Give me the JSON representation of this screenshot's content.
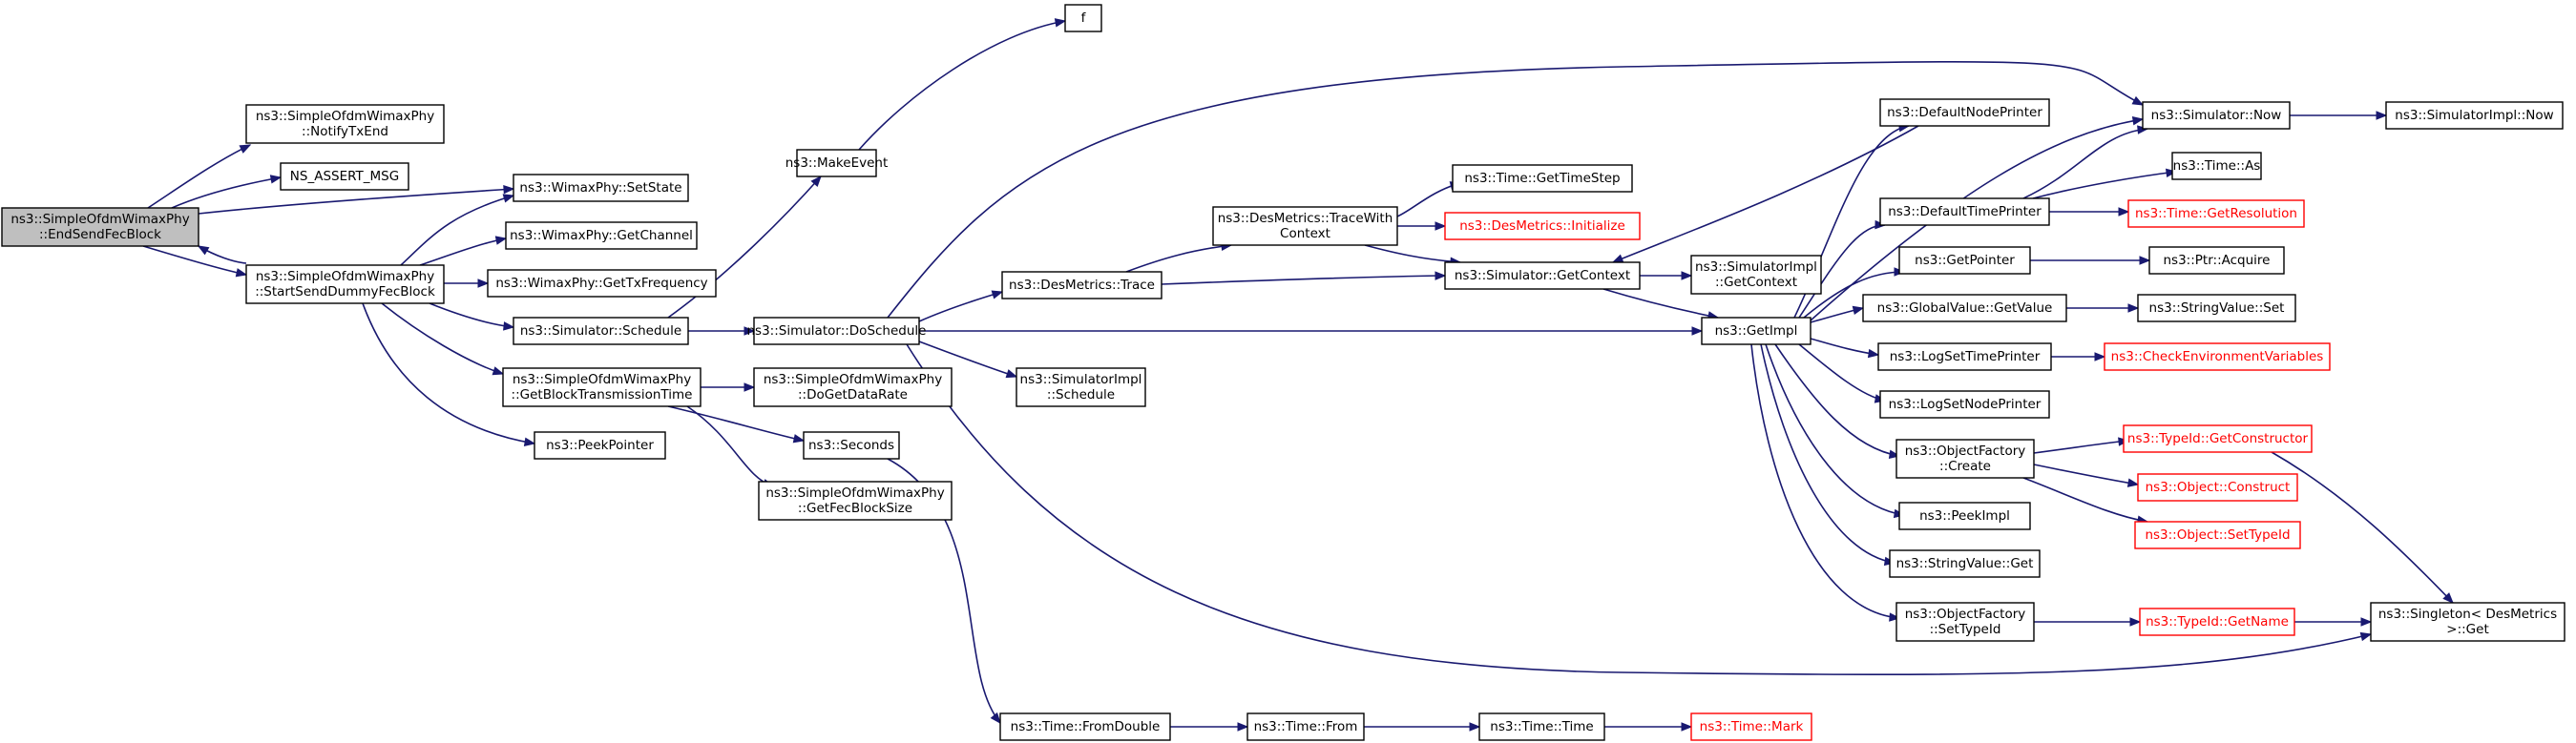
{
  "nodes": [
    {
      "id": "endsend",
      "lines": [
        "ns3::SimpleOfdmWimaxPhy",
        "::EndSendFecBlock"
      ],
      "red": false,
      "root": true
    },
    {
      "id": "notify",
      "lines": [
        "ns3::SimpleOfdmWimaxPhy",
        "::NotifyTxEnd"
      ],
      "red": false
    },
    {
      "id": "nsassert",
      "lines": [
        "NS_ASSERT_MSG"
      ],
      "red": false
    },
    {
      "id": "startsend",
      "lines": [
        "ns3::SimpleOfdmWimaxPhy",
        "::StartSendDummyFecBlock"
      ],
      "red": false
    },
    {
      "id": "setstate",
      "lines": [
        "ns3::WimaxPhy::SetState"
      ],
      "red": false
    },
    {
      "id": "getchannel",
      "lines": [
        "ns3::WimaxPhy::GetChannel"
      ],
      "red": false
    },
    {
      "id": "gettxfreq",
      "lines": [
        "ns3::WimaxPhy::GetTxFrequency"
      ],
      "red": false
    },
    {
      "id": "schedule",
      "lines": [
        "ns3::Simulator::Schedule"
      ],
      "red": false
    },
    {
      "id": "getblocktx",
      "lines": [
        "ns3::SimpleOfdmWimaxPhy",
        "::GetBlockTransmissionTime"
      ],
      "red": false
    },
    {
      "id": "peekpointer",
      "lines": [
        "ns3::PeekPointer"
      ],
      "red": false
    },
    {
      "id": "f",
      "lines": [
        "f"
      ],
      "red": false
    },
    {
      "id": "makeevent",
      "lines": [
        "ns3::MakeEvent"
      ],
      "red": false
    },
    {
      "id": "doschedule",
      "lines": [
        "ns3::Simulator::DoSchedule"
      ],
      "red": false
    },
    {
      "id": "dogetdatarate",
      "lines": [
        "ns3::SimpleOfdmWimaxPhy",
        "::DoGetDataRate"
      ],
      "red": false
    },
    {
      "id": "seconds",
      "lines": [
        "ns3::Seconds"
      ],
      "red": false
    },
    {
      "id": "getfecblocksize",
      "lines": [
        "ns3::SimpleOfdmWimaxPhy",
        "::GetFecBlockSize"
      ],
      "red": false
    },
    {
      "id": "fromdouble",
      "lines": [
        "ns3::Time::FromDouble"
      ],
      "red": false
    },
    {
      "id": "desmetricstrace",
      "lines": [
        "ns3::DesMetrics::Trace"
      ],
      "red": false
    },
    {
      "id": "simimplschedule",
      "lines": [
        "ns3::SimulatorImpl",
        "::Schedule"
      ],
      "red": false
    },
    {
      "id": "tracewith",
      "lines": [
        "ns3::DesMetrics::TraceWith",
        "Context"
      ],
      "red": false
    },
    {
      "id": "gettimestep",
      "lines": [
        "ns3::Time::GetTimeStep"
      ],
      "red": false
    },
    {
      "id": "dminitialize",
      "lines": [
        "ns3::DesMetrics::Initialize"
      ],
      "red": true
    },
    {
      "id": "getcontext",
      "lines": [
        "ns3::Simulator::GetContext"
      ],
      "red": false
    },
    {
      "id": "implgetcontext",
      "lines": [
        "ns3::SimulatorImpl",
        "::GetContext"
      ],
      "red": false
    },
    {
      "id": "getimpl",
      "lines": [
        "ns3::GetImpl"
      ],
      "red": false
    },
    {
      "id": "timefrom",
      "lines": [
        "ns3::Time::From"
      ],
      "red": false
    },
    {
      "id": "timetime",
      "lines": [
        "ns3::Time::Time"
      ],
      "red": false
    },
    {
      "id": "timemark",
      "lines": [
        "ns3::Time::Mark"
      ],
      "red": true
    },
    {
      "id": "defnodeprinter",
      "lines": [
        "ns3::DefaultNodePrinter"
      ],
      "red": false
    },
    {
      "id": "deftimeprinter",
      "lines": [
        "ns3::DefaultTimePrinter"
      ],
      "red": false
    },
    {
      "id": "getpointer",
      "lines": [
        "ns3::GetPointer"
      ],
      "red": false
    },
    {
      "id": "gvgetvalue",
      "lines": [
        "ns3::GlobalValue::GetValue"
      ],
      "red": false
    },
    {
      "id": "logsettime",
      "lines": [
        "ns3::LogSetTimePrinter"
      ],
      "red": false
    },
    {
      "id": "logsetnode",
      "lines": [
        "ns3::LogSetNodePrinter"
      ],
      "red": false
    },
    {
      "id": "ofcreate",
      "lines": [
        "ns3::ObjectFactory",
        "::Create"
      ],
      "red": false
    },
    {
      "id": "peekimpl",
      "lines": [
        "ns3::PeekImpl"
      ],
      "red": false
    },
    {
      "id": "svget",
      "lines": [
        "ns3::StringValue::Get"
      ],
      "red": false
    },
    {
      "id": "ofsettypeid",
      "lines": [
        "ns3::ObjectFactory",
        "::SetTypeId"
      ],
      "red": false
    },
    {
      "id": "simnow",
      "lines": [
        "ns3::Simulator::Now"
      ],
      "red": false
    },
    {
      "id": "implnow",
      "lines": [
        "ns3::SimulatorImpl::Now"
      ],
      "red": false
    },
    {
      "id": "timeas",
      "lines": [
        "ns3::Time::As"
      ],
      "red": false
    },
    {
      "id": "getresolution",
      "lines": [
        "ns3::Time::GetResolution"
      ],
      "red": true
    },
    {
      "id": "ptracquire",
      "lines": [
        "ns3::Ptr::Acquire"
      ],
      "red": false
    },
    {
      "id": "svset",
      "lines": [
        "ns3::StringValue::Set"
      ],
      "red": false
    },
    {
      "id": "checkenv",
      "lines": [
        "ns3::CheckEnvironmentVariables"
      ],
      "red": true
    },
    {
      "id": "getconstructor",
      "lines": [
        "ns3::TypeId::GetConstructor"
      ],
      "red": true
    },
    {
      "id": "objconstruct",
      "lines": [
        "ns3::Object::Construct"
      ],
      "red": true
    },
    {
      "id": "objsettypeid",
      "lines": [
        "ns3::Object::SetTypeId"
      ],
      "red": true
    },
    {
      "id": "typeidgetname",
      "lines": [
        "ns3::TypeId::GetName"
      ],
      "red": true
    },
    {
      "id": "singleton",
      "lines": [
        "ns3::Singleton< DesMetrics",
        " >::Get"
      ],
      "red": false
    }
  ],
  "edges": [
    [
      "endsend",
      "notify"
    ],
    [
      "endsend",
      "nsassert"
    ],
    [
      "endsend",
      "setstate"
    ],
    [
      "endsend",
      "startsend"
    ],
    [
      "startsend",
      "endsend"
    ],
    [
      "startsend",
      "setstate"
    ],
    [
      "startsend",
      "getchannel"
    ],
    [
      "startsend",
      "gettxfreq"
    ],
    [
      "startsend",
      "schedule"
    ],
    [
      "startsend",
      "getblocktx"
    ],
    [
      "startsend",
      "peekpointer"
    ],
    [
      "schedule",
      "makeevent"
    ],
    [
      "schedule",
      "doschedule"
    ],
    [
      "makeevent",
      "f"
    ],
    [
      "getblocktx",
      "dogetdatarate"
    ],
    [
      "getblocktx",
      "seconds"
    ],
    [
      "getblocktx",
      "getfecblocksize"
    ],
    [
      "seconds",
      "fromdouble"
    ],
    [
      "fromdouble",
      "timefrom"
    ],
    [
      "timefrom",
      "timetime"
    ],
    [
      "timetime",
      "timemark"
    ],
    [
      "doschedule",
      "simnow"
    ],
    [
      "doschedule",
      "desmetricstrace"
    ],
    [
      "doschedule",
      "simimplschedule"
    ],
    [
      "doschedule",
      "getimpl"
    ],
    [
      "doschedule",
      "singleton"
    ],
    [
      "desmetricstrace",
      "tracewith"
    ],
    [
      "desmetricstrace",
      "getcontext"
    ],
    [
      "tracewith",
      "gettimestep"
    ],
    [
      "tracewith",
      "dminitialize"
    ],
    [
      "tracewith",
      "getcontext"
    ],
    [
      "getcontext",
      "implgetcontext"
    ],
    [
      "getcontext",
      "getimpl"
    ],
    [
      "getimpl",
      "defnodeprinter"
    ],
    [
      "getimpl",
      "deftimeprinter"
    ],
    [
      "getimpl",
      "getpointer"
    ],
    [
      "getimpl",
      "gvgetvalue"
    ],
    [
      "getimpl",
      "logsettime"
    ],
    [
      "getimpl",
      "logsetnode"
    ],
    [
      "getimpl",
      "ofcreate"
    ],
    [
      "getimpl",
      "peekimpl"
    ],
    [
      "getimpl",
      "svget"
    ],
    [
      "getimpl",
      "ofsettypeid"
    ],
    [
      "getimpl",
      "simnow"
    ],
    [
      "defnodeprinter",
      "getcontext"
    ],
    [
      "deftimeprinter",
      "simnow"
    ],
    [
      "deftimeprinter",
      "timeas"
    ],
    [
      "deftimeprinter",
      "getresolution"
    ],
    [
      "simnow",
      "implnow"
    ],
    [
      "getpointer",
      "ptracquire"
    ],
    [
      "gvgetvalue",
      "svset"
    ],
    [
      "logsettime",
      "checkenv"
    ],
    [
      "ofcreate",
      "getconstructor"
    ],
    [
      "ofcreate",
      "objconstruct"
    ],
    [
      "ofcreate",
      "objsettypeid"
    ],
    [
      "ofsettypeid",
      "typeidgetname"
    ],
    [
      "typeidgetname",
      "singleton"
    ],
    [
      "getconstructor",
      "singleton"
    ]
  ]
}
